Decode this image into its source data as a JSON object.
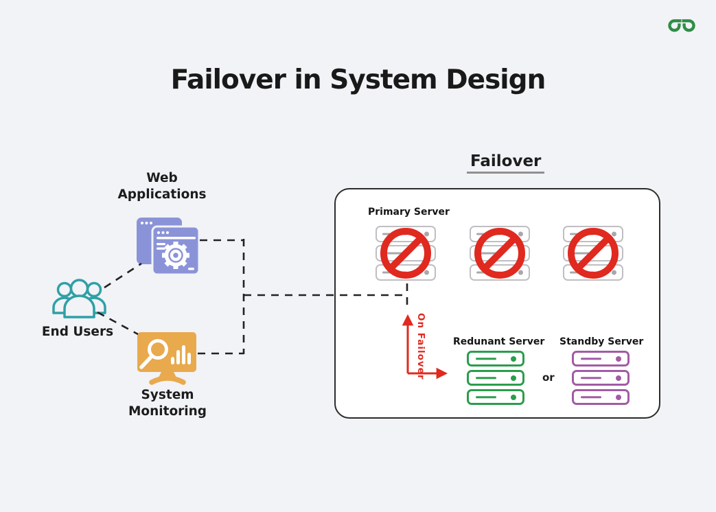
{
  "title": "Failover in System Design",
  "logo": {
    "alt": "GeeksforGeeks",
    "color": "#2f8d46"
  },
  "diagram": {
    "heading": "Failover",
    "nodes": {
      "web_applications": {
        "label": "Web Applications"
      },
      "end_users": {
        "label": "End Users"
      },
      "system_monitoring": {
        "label": "System Monitoring"
      }
    },
    "failover_box": {
      "primary_server": {
        "label": "Primary Server",
        "count": 3,
        "status": "failed"
      },
      "on_failover_label": "On Failover",
      "redundant_server": {
        "label": "Redunant Server"
      },
      "or_label": "or",
      "standby_server": {
        "label": "Standby Server"
      }
    }
  },
  "colors": {
    "background": "#f1f3f6",
    "ink": "#1d1d1d",
    "brand-green": "#2f8d46",
    "web-app": "#8b93d8",
    "end-users": "#2fa0a6",
    "monitoring": "#e9a94d",
    "server-gray-border": "#bfbfc3",
    "server-gray-accent": "#a8a8ac",
    "prohibited-red": "#e0291f",
    "arrow-red": "#e0291f",
    "redundant-green": "#2a9d4c",
    "standby-purple": "#a25ba5"
  }
}
